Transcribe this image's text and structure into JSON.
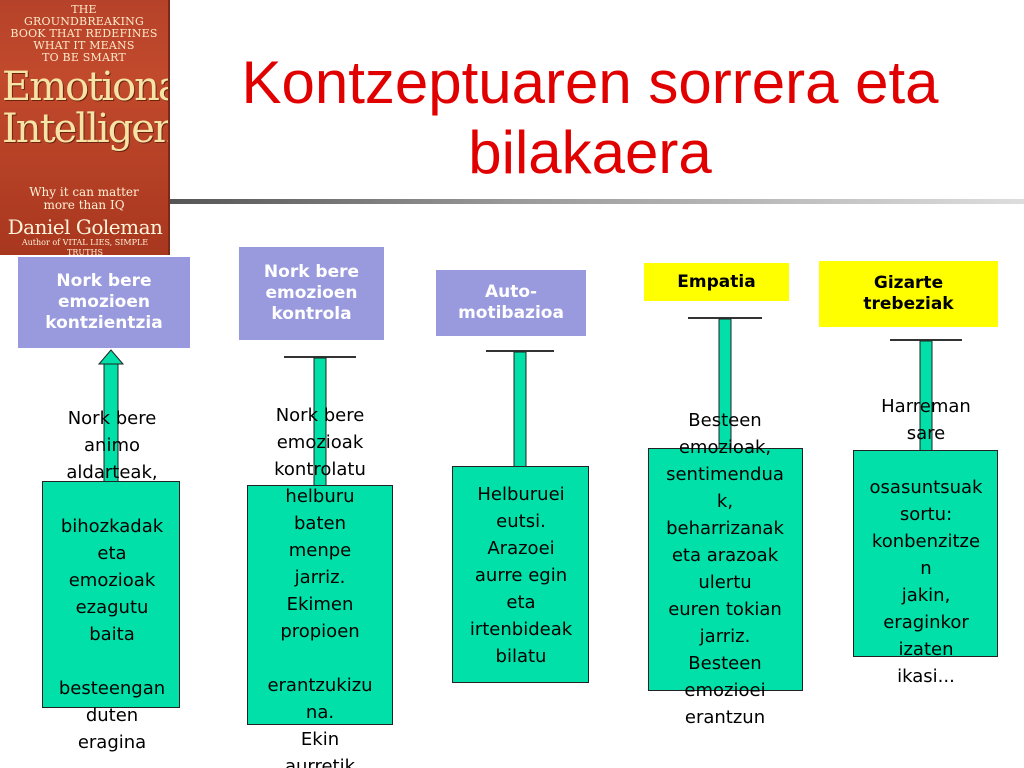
{
  "book": {
    "blurb": "THE\nGROUNDBREAKING\nBOOK THAT REDEFINES\nWHAT IT MEANS\nTO BE SMART",
    "title": "Emotional\nIntelligence",
    "subtitle": "Why it can matter\nmore than IQ",
    "author": "Daniel Goleman",
    "author_note": "Author of VITAL LIES, SIMPLE TRUTHS"
  },
  "title": "Kontzeptuaren sorrera eta\nbilakaera",
  "colors": {
    "title": "#e00000",
    "header_purple": "#9999dd",
    "header_yellow": "#ffff00",
    "box_green": "#00e0a8"
  },
  "columns": [
    {
      "header": "Nork bere\nemozioen\nkontzientzia",
      "body": "Nork bere\nanimo\naldarteak,\n\nbihozkadak\neta\nemozioak\nezagutu\nbaita\n\nbesteengan\nduten\neragina"
    },
    {
      "header": "Nork bere\nemozioen\nkontrola",
      "body": "Nork bere\nemozioak\nkontrolatu\nhelburu\nbaten\nmenpe\njarriz.\nEkimen\npropioen\n\nerantzukizu\nna.\nEkin\naurretik"
    },
    {
      "header": "Auto-\nmotibazioa",
      "body": "Helburuei\neutsi.\nArazoei\naurre egin\neta\nirtenbideak\nbilatu"
    },
    {
      "header": "Empatia",
      "body": "Besteen\nemozioak,\nsentimendua\nk,\nbeharrizanak\neta arazoak\nulertu\neuren tokian\njarriz.\nBesteen\nemozioei\nerantzun"
    },
    {
      "header": "Gizarte\ntrebeziak",
      "body": "Harreman\nsare\n\nosasuntsuak\nsortu:\nkonbenzitze\nn\njakin,\neraginkor\nizaten\nikasi..."
    }
  ]
}
